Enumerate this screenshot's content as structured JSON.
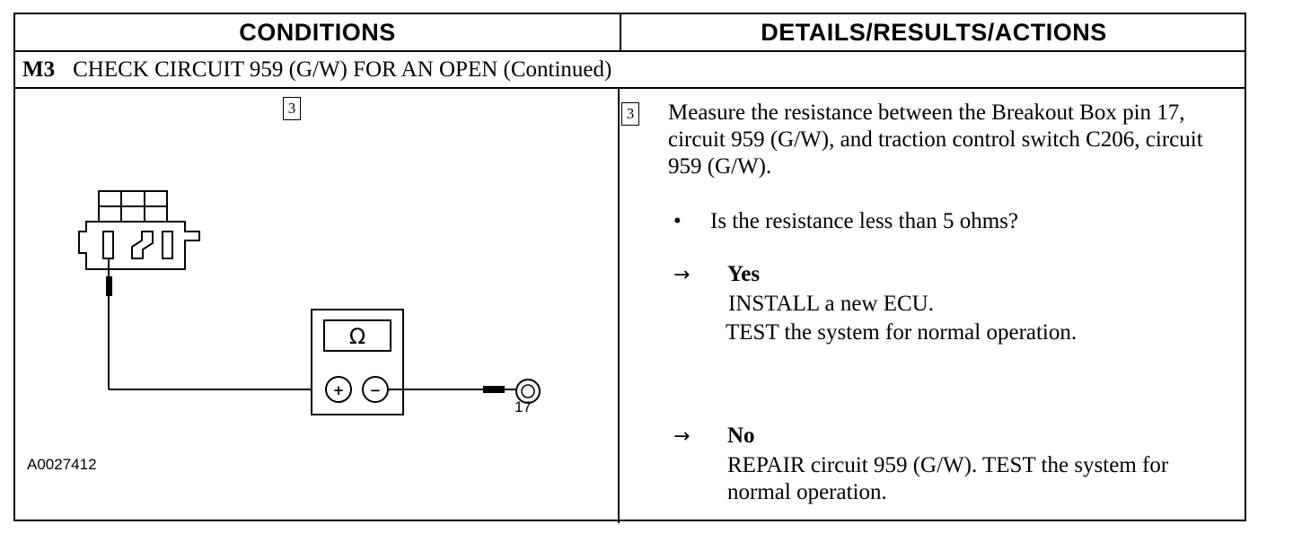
{
  "table": {
    "header_left": "CONDITIONS",
    "header_right": "DETAILS/RESULTS/ACTIONS"
  },
  "step": {
    "id": "M3",
    "title": "CHECK CIRCUIT 959 (G/W) FOR AN OPEN (Continued)"
  },
  "figure": {
    "step_box": "3",
    "meter_symbol": "Ω",
    "plus_symbol": "+",
    "minus_symbol": "−",
    "pin_label": "17",
    "figure_id": "A0027412"
  },
  "details": {
    "step_box": "3",
    "instruction": "Measure the resistance between the Breakout Box pin 17, circuit 959 (G/W), and traction control switch C206, circuit 959 (G/W).",
    "bullet": "•",
    "question": "Is the resistance less than 5 ohms?",
    "arrow": "→",
    "yes_label": "Yes",
    "yes_line1": "INSTALL a new ECU.",
    "yes_line2": "TEST the system for normal operation.",
    "no_label": "No",
    "no_text": "REPAIR circuit 959 (G/W). TEST the system for normal operation."
  }
}
